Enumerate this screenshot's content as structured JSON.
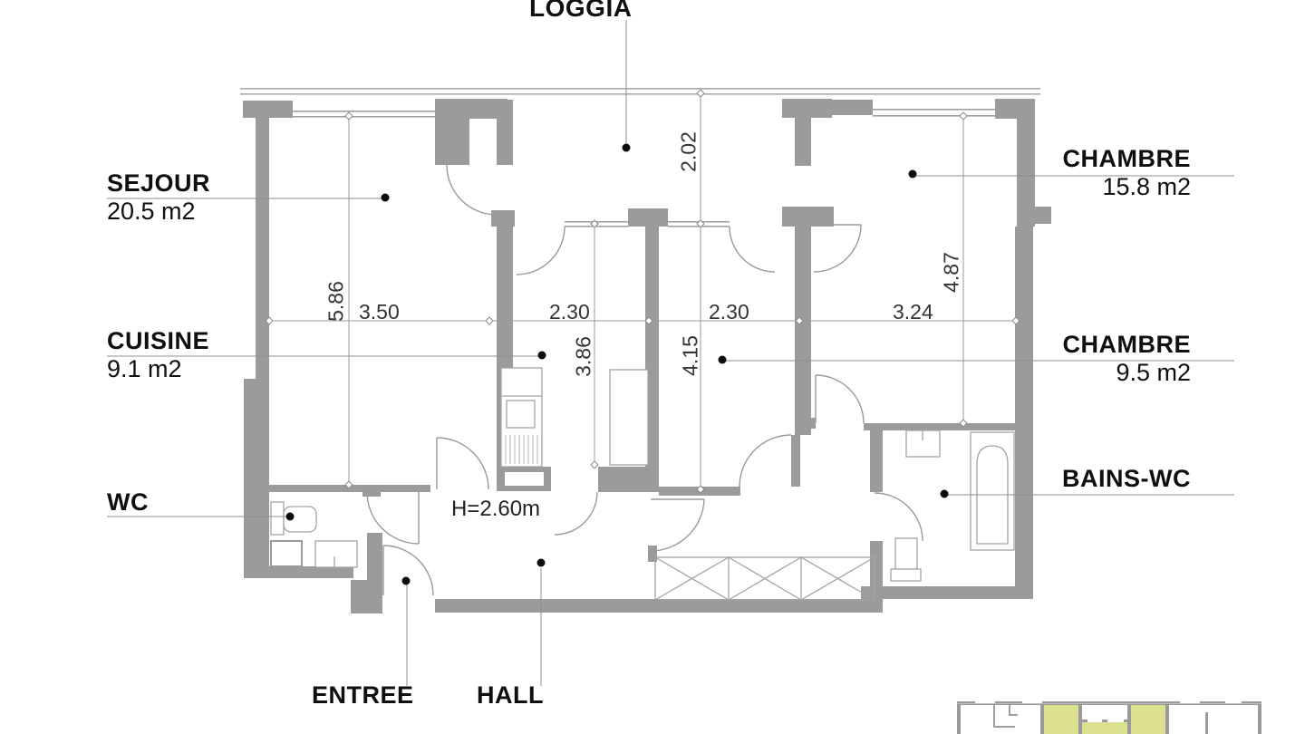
{
  "rooms": [
    {
      "name": "LOGGIA",
      "area": ""
    },
    {
      "name": "SEJOUR",
      "area": "20.5 m2"
    },
    {
      "name": "CUISINE",
      "area": "9.1 m2"
    },
    {
      "name": "WC",
      "area": ""
    },
    {
      "name": "ENTREE",
      "area": ""
    },
    {
      "name": "HALL",
      "area": ""
    },
    {
      "name": "CHAMBRE",
      "area": "15.8 m2"
    },
    {
      "name": "CHAMBRE",
      "area": "9.5 m2"
    },
    {
      "name": "BAINS-WC",
      "area": ""
    }
  ],
  "dimensions": {
    "horizontal": [
      "3.50",
      "2.30",
      "2.30",
      "3.24"
    ],
    "vertical": [
      "5.86",
      "3.86",
      "2.02",
      "4.15",
      "4.87"
    ],
    "ceiling_height": "H=2.60m"
  },
  "colors": {
    "wall": "#9b9b9b",
    "thin_line": "#9f9f9f",
    "dim_line": "#8a8a8a",
    "text": "#0f0f0f",
    "dim_text": "#343434",
    "minimap_highlight": "#dce18f"
  }
}
